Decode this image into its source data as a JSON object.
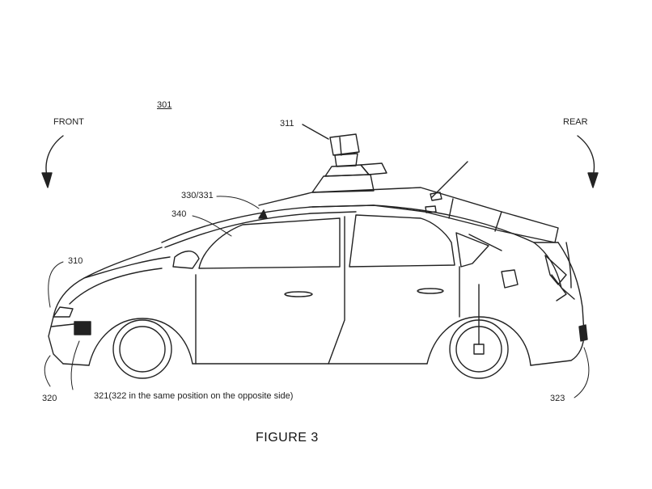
{
  "labels": {
    "front": "FRONT",
    "rear": "REAR",
    "ref_301": "301",
    "ref_311": "311",
    "ref_330_331": "330/331",
    "ref_340": "340",
    "ref_310": "310",
    "ref_320": "320",
    "ref_321": "321(322 in the same position on the opposite side)",
    "ref_323": "323"
  },
  "caption": "FIGURE 3"
}
